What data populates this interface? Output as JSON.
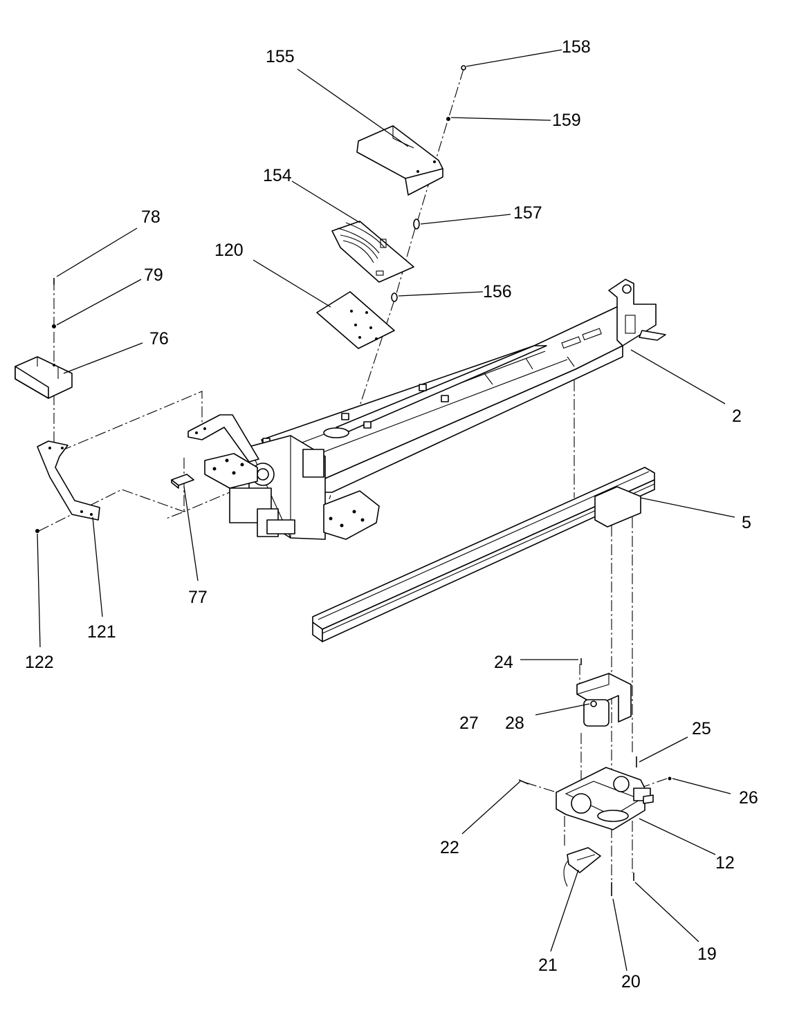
{
  "callouts": [
    {
      "id": "155",
      "text": "155"
    },
    {
      "id": "158",
      "text": "158"
    },
    {
      "id": "159",
      "text": "159"
    },
    {
      "id": "154",
      "text": "154"
    },
    {
      "id": "157",
      "text": "157"
    },
    {
      "id": "120",
      "text": "120"
    },
    {
      "id": "156",
      "text": "156"
    },
    {
      "id": "78",
      "text": "78"
    },
    {
      "id": "79",
      "text": "79"
    },
    {
      "id": "76",
      "text": "76"
    },
    {
      "id": "2",
      "text": "2"
    },
    {
      "id": "5",
      "text": "5"
    },
    {
      "id": "77",
      "text": "77"
    },
    {
      "id": "121",
      "text": "121"
    },
    {
      "id": "122",
      "text": "122"
    },
    {
      "id": "24",
      "text": "24"
    },
    {
      "id": "27",
      "text": "27"
    },
    {
      "id": "28",
      "text": "28"
    },
    {
      "id": "25",
      "text": "25"
    },
    {
      "id": "26",
      "text": "26"
    },
    {
      "id": "22",
      "text": "22"
    },
    {
      "id": "12",
      "text": "12"
    },
    {
      "id": "21",
      "text": "21"
    },
    {
      "id": "20",
      "text": "20"
    },
    {
      "id": "19",
      "text": "19"
    }
  ]
}
